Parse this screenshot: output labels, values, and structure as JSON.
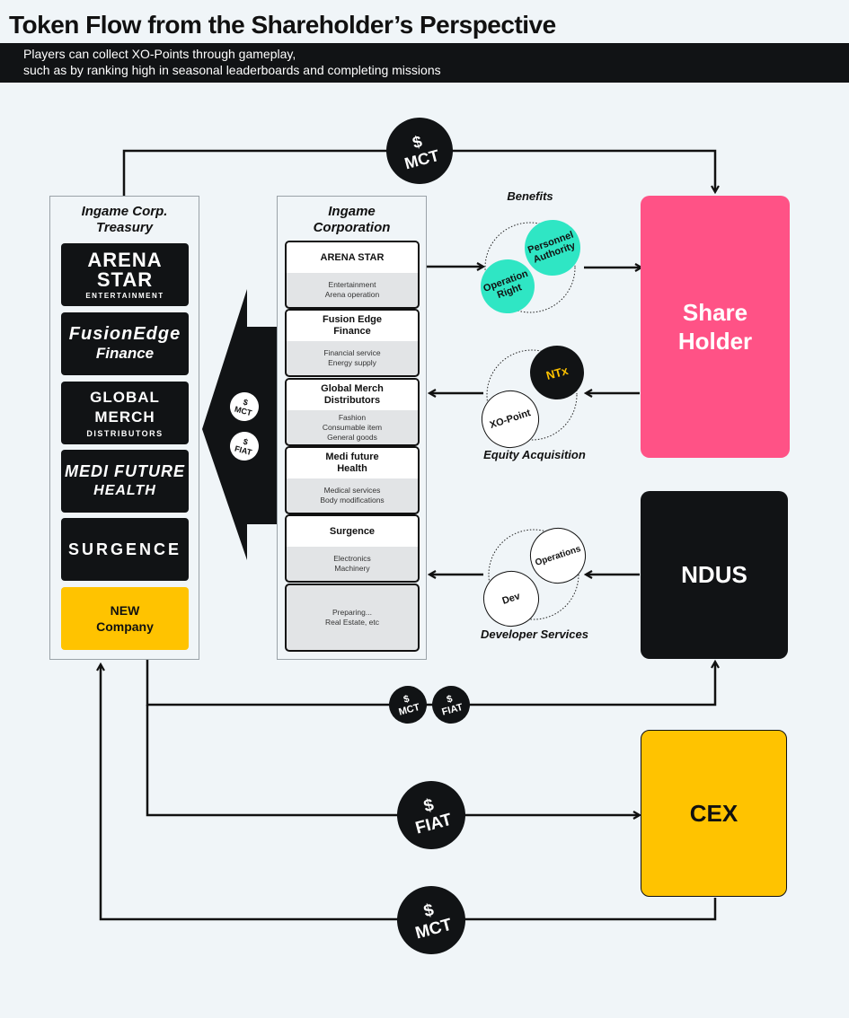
{
  "header": {
    "title": "Token Flow from the Shareholder’s Perspective",
    "subtitle_line1": "Players can collect XO-Points through gameplay,",
    "subtitle_line2": "such as by ranking high in seasonal leaderboards and completing missions"
  },
  "treasury": {
    "title_line1": "Ingame Corp.",
    "title_line2": "Treasury",
    "logos": [
      {
        "line1": "ARENA STAR",
        "line2": "ENTERTAINMENT"
      },
      {
        "line1": "FusionEdge",
        "line2": "Finance"
      },
      {
        "line1": "GLOBAL MERCH",
        "line2": "DISTRIBUTORS"
      },
      {
        "line1": "MEDI FUTURE",
        "line2": "HEALTH"
      },
      {
        "line1": "SURGENCE",
        "line2": ""
      },
      {
        "line1": "NEW",
        "line2": "Company"
      }
    ]
  },
  "corporation": {
    "title_line1": "Ingame",
    "title_line2": "Corporation",
    "items": [
      {
        "name": "ARENA STAR",
        "desc": "Entertainment\nArena operation"
      },
      {
        "name": "Fusion Edge\nFinance",
        "desc": "Financial service\nEnergy supply"
      },
      {
        "name": "Global Merch\nDistributors",
        "desc": "Fashion\nConsumable item\nGeneral goods"
      },
      {
        "name": "Medi future\nHealth",
        "desc": "Medical services\nBody modifications"
      },
      {
        "name": "Surgence",
        "desc": "Electronics\nMachinery"
      },
      {
        "name": "",
        "desc": "Preparing...\nReal Estate, etc"
      }
    ]
  },
  "big_arrow_tokens": [
    "$\nMCT",
    "$\nFIAT"
  ],
  "benefits": {
    "caption": "Benefits",
    "circle_a": "Personnel\nAuthority",
    "circle_b": "Operation\nRight"
  },
  "equity": {
    "caption": "Equity Acquisition",
    "circle_a": "NTx",
    "circle_b": "XO-Point"
  },
  "developer": {
    "caption": "Developer Services",
    "circle_a": "Operations",
    "circle_b": "Dev"
  },
  "nodes": {
    "shareholder": "Share\nHolder",
    "ndus": "NDUS",
    "cex": "CEX"
  },
  "flow_tokens": {
    "top": "$\nMCT",
    "mid_a": "$\nMCT",
    "mid_b": "$\nFIAT",
    "fiat": "$\nFIAT",
    "bottom": "$\nMCT"
  },
  "colors": {
    "shareholder": "#ff5286",
    "cex": "#ffc300",
    "dark": "#111315",
    "mint": "#2fe6c4",
    "ntx_text": "#ffc300"
  }
}
